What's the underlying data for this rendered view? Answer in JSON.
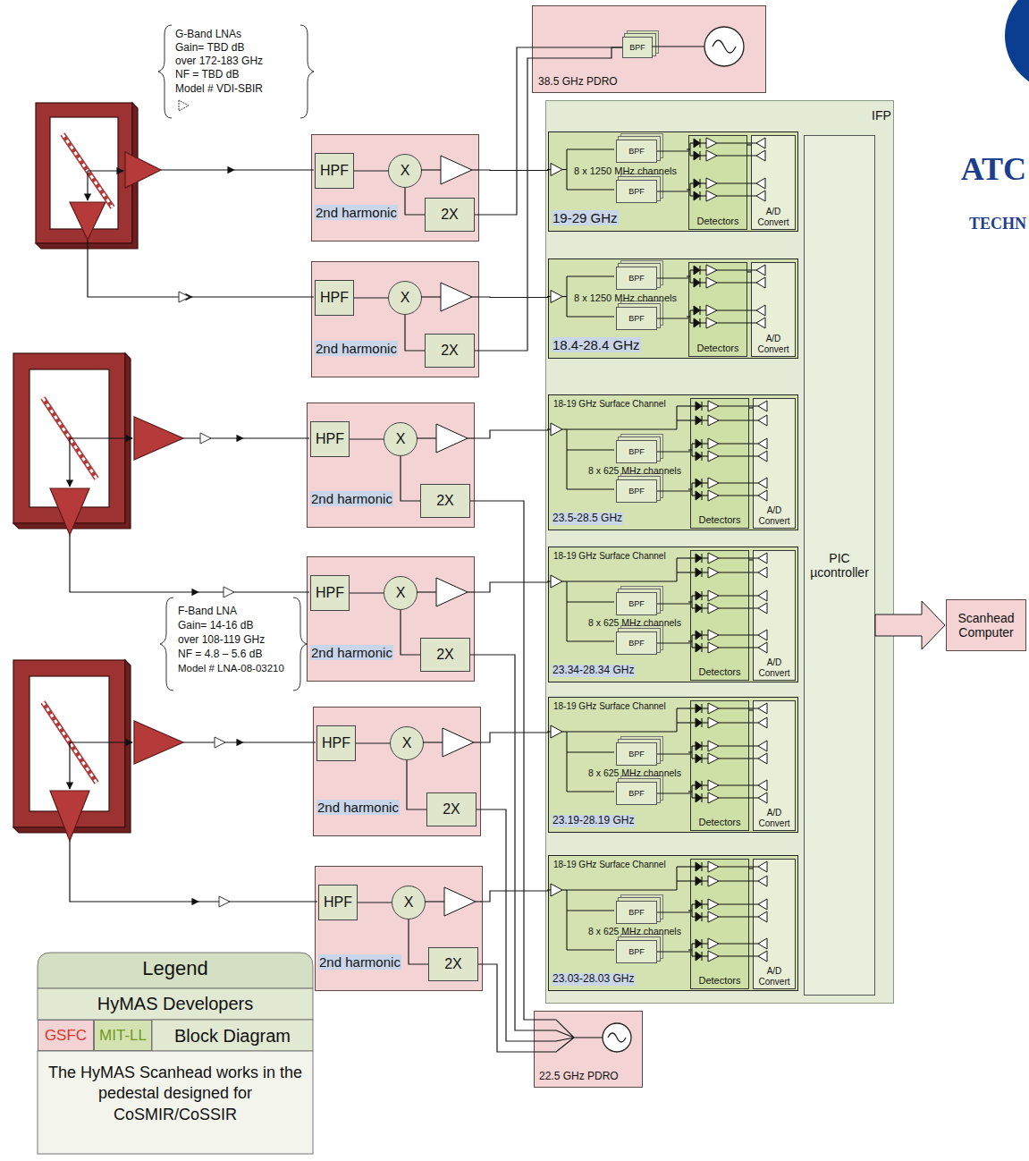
{
  "diagram": {
    "nodes": [
      {
        "text": [
          "38.5 GHz PDRO"
        ]
      },
      {
        "text": [
          "BPF"
        ],
        "in": 0
      },
      {
        "text": [
          "IFP"
        ]
      },
      {
        "text": [
          "2nd harmonic"
        ]
      },
      {
        "text": [
          "HPF"
        ],
        "in": 3
      },
      {
        "text": [
          "X"
        ],
        "in": 3
      },
      {
        "text": [
          "2X"
        ],
        "in": 3
      },
      {
        "text": [
          "8 x 1250 MHz channels",
          "19-29 GHz"
        ],
        "in": 2
      },
      {
        "text": [
          "BPF"
        ],
        "in": 7
      },
      {
        "text": [
          "BPF"
        ],
        "in": 7
      },
      {
        "text": [
          "Detectors"
        ],
        "in": 7
      },
      {
        "text": [
          "A/D Convert"
        ],
        "in": 7
      },
      {
        "text": [
          "2nd harmonic"
        ]
      },
      {
        "text": [
          "HPF"
        ],
        "in": 12
      },
      {
        "text": [
          "X"
        ],
        "in": 12
      },
      {
        "text": [
          "2X"
        ],
        "in": 12
      },
      {
        "text": [
          "8 x 1250 MHz channels",
          "18.4-28.4 GHz"
        ],
        "in": 2
      },
      {
        "text": [
          "BPF"
        ],
        "in": 16
      },
      {
        "text": [
          "BPF"
        ],
        "in": 16
      },
      {
        "text": [
          "Detectors"
        ],
        "in": 16
      },
      {
        "text": [
          "A/D Convert"
        ],
        "in": 16
      },
      {
        "text": [
          "2nd harmonic"
        ]
      },
      {
        "text": [
          "HPF"
        ],
        "in": 21
      },
      {
        "text": [
          "X"
        ],
        "in": 21
      },
      {
        "text": [
          "2X"
        ],
        "in": 21
      },
      {
        "text": [
          "18-19 GHz Surface Channel",
          "8 x 625 MHz channels",
          "23.5-28.5 GHz"
        ],
        "in": 2
      },
      {
        "text": [
          "BPF"
        ],
        "in": 25
      },
      {
        "text": [
          "BPF"
        ],
        "in": 25
      },
      {
        "text": [
          "Detectors"
        ],
        "in": 25
      },
      {
        "text": [
          "A/D Convert"
        ],
        "in": 25
      },
      {
        "text": [
          "2nd harmonic"
        ]
      },
      {
        "text": [
          "HPF"
        ],
        "in": 30
      },
      {
        "text": [
          "X"
        ],
        "in": 30
      },
      {
        "text": [
          "2X"
        ],
        "in": 30
      },
      {
        "text": [
          "18-19 GHz Surface Channel",
          "8 x 625 MHz channels",
          "23.34-28.34 GHz"
        ],
        "in": 2
      },
      {
        "text": [
          "BPF"
        ],
        "in": 34
      },
      {
        "text": [
          "BPF"
        ],
        "in": 34
      },
      {
        "text": [
          "Detectors"
        ],
        "in": 34
      },
      {
        "text": [
          "A/D Convert"
        ],
        "in": 34
      },
      {
        "text": [
          "2nd harmonic"
        ]
      },
      {
        "text": [
          "HPF"
        ],
        "in": 39
      },
      {
        "text": [
          "X"
        ],
        "in": 39
      },
      {
        "text": [
          "2X"
        ],
        "in": 39
      },
      {
        "text": [
          "18-19 GHz Surface Channel",
          "8 x 625 MHz channels",
          "23.19-28.19 GHz"
        ],
        "in": 2
      },
      {
        "text": [
          "BPF"
        ],
        "in": 43
      },
      {
        "text": [
          "BPF"
        ],
        "in": 43
      },
      {
        "text": [
          "Detectors"
        ],
        "in": 43
      },
      {
        "text": [
          "A/D Convert"
        ],
        "in": 43
      },
      {
        "text": [
          "2nd harmonic"
        ]
      },
      {
        "text": [
          "HPF"
        ],
        "in": 48
      },
      {
        "text": [
          "X"
        ],
        "in": 48
      },
      {
        "text": [
          "2X"
        ],
        "in": 48
      },
      {
        "text": [
          "18-19 GHz Surface Channel",
          "8 x 625 MHz channels",
          "23.03-28.03 GHz"
        ],
        "in": 2
      },
      {
        "text": [
          "BPF"
        ],
        "in": 52
      },
      {
        "text": [
          "BPF"
        ],
        "in": 52
      },
      {
        "text": [
          "Detectors"
        ],
        "in": 52
      },
      {
        "text": [
          "A/D Convert"
        ],
        "in": 52
      },
      {
        "text": [
          "PIC µcontroller"
        ],
        "in": 2
      },
      {
        "text": [
          "Scanhead Computer"
        ]
      },
      {
        "text": [
          "22.5 GHz PDRO"
        ]
      }
    ],
    "edges": [
      {
        "from": 4,
        "to": 5,
        "arrow": "none"
      },
      {
        "from": 6,
        "to": 5,
        "arrow": "none"
      },
      {
        "from": 3,
        "to": 7,
        "arrow": "none"
      },
      {
        "from": 8,
        "to": 10,
        "arrow": "none"
      },
      {
        "from": 9,
        "to": 10,
        "arrow": "none"
      },
      {
        "from": 10,
        "to": 11,
        "arrow": "none"
      },
      {
        "from": 13,
        "to": 14,
        "arrow": "none"
      },
      {
        "from": 15,
        "to": 14,
        "arrow": "none"
      },
      {
        "from": 12,
        "to": 16,
        "arrow": "none"
      },
      {
        "from": 17,
        "to": 19,
        "arrow": "none"
      },
      {
        "from": 18,
        "to": 19,
        "arrow": "none"
      },
      {
        "from": 19,
        "to": 20,
        "arrow": "none"
      },
      {
        "from": 22,
        "to": 23,
        "arrow": "none"
      },
      {
        "from": 24,
        "to": 23,
        "arrow": "none"
      },
      {
        "from": 21,
        "to": 25,
        "arrow": "none"
      },
      {
        "from": 26,
        "to": 28,
        "arrow": "none"
      },
      {
        "from": 27,
        "to": 28,
        "arrow": "none"
      },
      {
        "from": 28,
        "to": 29,
        "arrow": "none"
      },
      {
        "from": 31,
        "to": 32,
        "arrow": "none"
      },
      {
        "from": 33,
        "to": 32,
        "arrow": "none"
      },
      {
        "from": 30,
        "to": 34,
        "arrow": "none"
      },
      {
        "from": 35,
        "to": 37,
        "arrow": "none"
      },
      {
        "from": 36,
        "to": 37,
        "arrow": "none"
      },
      {
        "from": 37,
        "to": 38,
        "arrow": "none"
      },
      {
        "from": 40,
        "to": 41,
        "arrow": "none"
      },
      {
        "from": 42,
        "to": 41,
        "arrow": "none"
      },
      {
        "from": 39,
        "to": 43,
        "arrow": "none"
      },
      {
        "from": 44,
        "to": 46,
        "arrow": "none"
      },
      {
        "from": 45,
        "to": 46,
        "arrow": "none"
      },
      {
        "from": 46,
        "to": 47,
        "arrow": "none"
      },
      {
        "from": 49,
        "to": 50,
        "arrow": "none"
      },
      {
        "from": 51,
        "to": 50,
        "arrow": "none"
      },
      {
        "from": 48,
        "to": 52,
        "arrow": "none"
      },
      {
        "from": 53,
        "to": 55,
        "arrow": "none"
      },
      {
        "from": 54,
        "to": 55,
        "arrow": "none"
      },
      {
        "from": 55,
        "to": 56,
        "arrow": "none"
      },
      {
        "from": 1,
        "to": 6,
        "arrow": "none"
      },
      {
        "from": 1,
        "to": 15,
        "arrow": "none"
      },
      {
        "from": 59,
        "to": 24,
        "arrow": "none"
      },
      {
        "from": 59,
        "to": 33,
        "arrow": "none"
      },
      {
        "from": 59,
        "to": 42,
        "arrow": "none"
      },
      {
        "from": 59,
        "to": 51,
        "arrow": "none"
      },
      {
        "from": 57,
        "to": 58,
        "arrow": "to"
      }
    ],
    "labels": [
      "G-Band LNAs",
      "Gain= TBD dB",
      "over 172-183 GHz",
      "NF = TBD dB",
      "Model # VDI-SBIR",
      "F-Band LNA",
      "Gain= 14-16 dB",
      "over 108-119 GHz",
      "NF = 4.8 – 5.6 dB",
      "Model # LNA-08-03210",
      "Legend",
      "HyMAS Developers",
      "Block Diagram",
      "The HyMAS Scanhead works in the pedestal designed for CoSMIR/CoSSIR",
      "ATC",
      "TECHN"
    ],
    "legend": [
      {
        "text": "GSFC",
        "color": "#f3d3d3"
      },
      {
        "text": "MIT-LL",
        "color": "#d3e2b0"
      }
    ]
  }
}
